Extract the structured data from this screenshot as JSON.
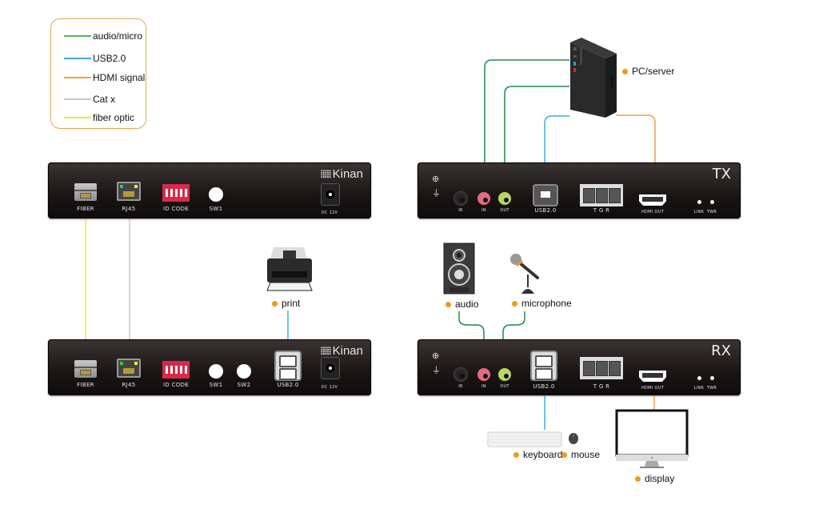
{
  "legend": {
    "items": [
      {
        "label": "audio/micro",
        "color": "#58b45a"
      },
      {
        "label": "USB2.0",
        "color": "#3fa9e6"
      },
      {
        "label": "HDMI signal",
        "color": "#f0a04b"
      },
      {
        "label": "Cat x",
        "color": "#c8c8c8"
      },
      {
        "label": "fiber optic",
        "color": "#e8e83a"
      }
    ],
    "border_color": "#f0a04b"
  },
  "colors": {
    "audio": "#1f8a4c",
    "usb": "#3fa9e6",
    "hdmi": "#f0a04b",
    "cat": "#c8c8c8",
    "fiber": "#e8e83a",
    "bullet": "#f29a17"
  },
  "extender_top": {
    "brand": "Kinan",
    "ports": {
      "fiber": "FIBER",
      "rj45": "RJ45",
      "idcode": "ID CODE",
      "sw1": "SW1",
      "dc": "DC 12V"
    }
  },
  "extender_bottom": {
    "brand": "Kinan",
    "ports": {
      "fiber": "FIBER",
      "rj45": "RJ45",
      "idcode": "ID CODE",
      "sw1": "SW1",
      "sw2": "SW2",
      "usb": "USB2.0",
      "dc": "DC 12V"
    }
  },
  "tx": {
    "title": "TX",
    "ports": {
      "ir": "IR",
      "in": "IN",
      "out": "OUT",
      "usb": "USB2.0",
      "tgr": "T G R",
      "hdmi": "HDMI OUT",
      "link": "LINK",
      "twr": "TWR"
    }
  },
  "rx": {
    "title": "RX",
    "ports": {
      "ir": "IR",
      "in": "IN",
      "out": "OUT",
      "usb": "USB2.0",
      "tgr": "T G R",
      "hdmi": "HDMI OUT",
      "link": "LINK",
      "twr": "TWR"
    }
  },
  "captions": {
    "pc": "PC/server",
    "print": "print",
    "audio": "audio",
    "microphone": "microphone",
    "keyboard": "keyboard",
    "mouse": "mouse",
    "display": "display"
  }
}
